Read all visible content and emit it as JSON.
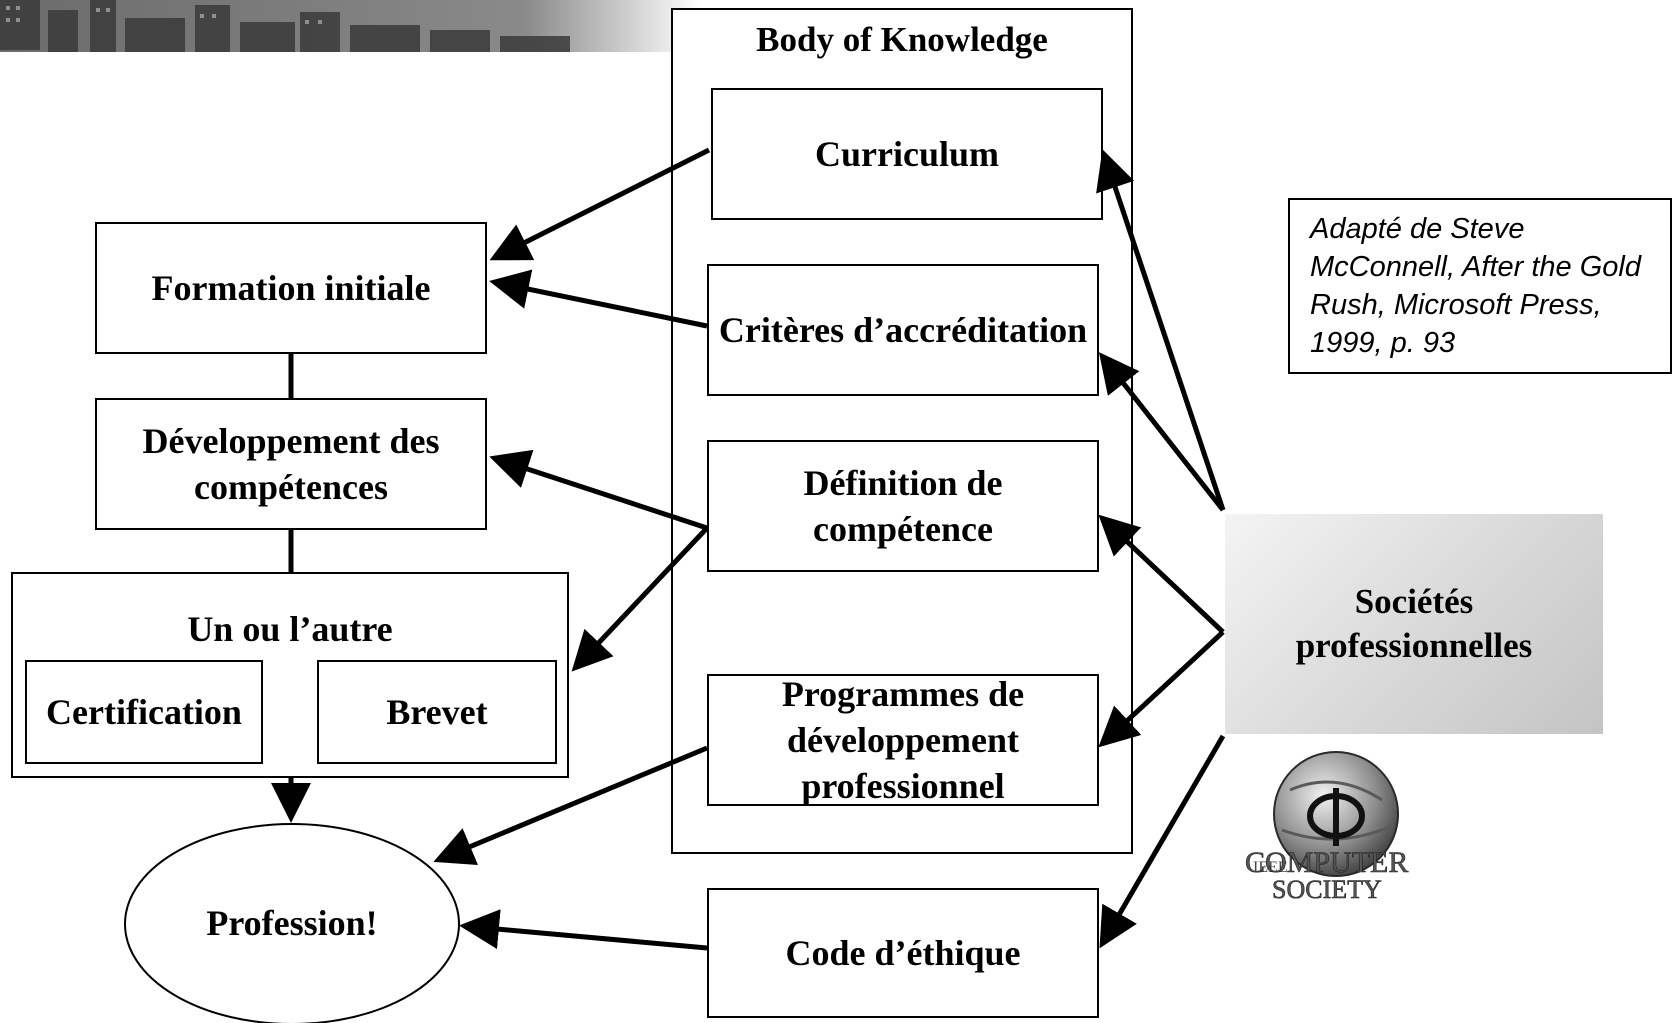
{
  "body_of_knowledge": {
    "title": "Body of Knowledge",
    "items": {
      "curriculum": "Curriculum",
      "criteres": "Critères d’accréditation",
      "definition": "Définition de compétence",
      "programmes": "Programmes de développement professionnel"
    }
  },
  "code_ethique": "Code d’éthique",
  "left": {
    "formation": "Formation initiale",
    "developpement": "Développement des compétences",
    "un_ou_autre": "Un ou l’autre",
    "certification": "Certification",
    "brevet": "Brevet",
    "profession": "Profession!"
  },
  "societes": "Sociétés professionnelles",
  "citation": "Adapté de Steve McConnell, After the Gold Rush, Microsoft Press, 1999, p. 93",
  "logo": {
    "text_top": "IEEE",
    "text_main": "COMPUTER",
    "text_sub": "SOCIETY",
    "icon": "phi-globe-icon"
  },
  "colors": {
    "line": "#000000",
    "societes_fill": "#d0d0d0"
  }
}
